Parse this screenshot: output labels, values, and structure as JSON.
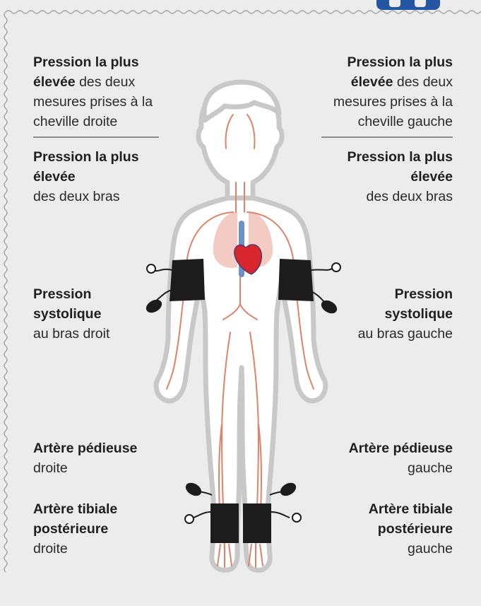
{
  "labels": {
    "left_ankle": {
      "bold": "Pression la plus élevée",
      "rest": " des deux mesures prises à la cheville droite"
    },
    "right_ankle": {
      "bold": "Pression la plus élevée",
      "rest": " des deux mesures prises à la cheville gauche"
    },
    "left_arms": {
      "bold": "Pression la plus élevée",
      "rest": "des deux bras"
    },
    "right_arms": {
      "bold": "Pression la plus élevée",
      "rest": "des deux bras"
    },
    "left_systolic": {
      "bold": "Pression systolique",
      "rest": "au bras droit"
    },
    "right_systolic": {
      "bold": "Pression systolique",
      "rest": "au bras gauche"
    },
    "left_pedal": {
      "bold": "Artère pédieuse",
      "rest": "droite"
    },
    "right_pedal": {
      "bold": "Artère pédieuse",
      "rest": "gauche"
    },
    "left_tibial": {
      "bold": "Artère tibiale postérieure",
      "rest": "droite"
    },
    "right_tibial": {
      "bold": "Artère tibiale postérieure",
      "rest": "gauche"
    }
  },
  "colors": {
    "background": "#ececec",
    "body_fill": "#ffffff",
    "body_outline": "#c8c8c8",
    "vessels": "#e0826a",
    "lungs": "#f3cbc3",
    "heart": "#d8262c",
    "aorta": "#6f8fc7",
    "cuff": "#1c1c1c",
    "badge": "#2456a4"
  }
}
